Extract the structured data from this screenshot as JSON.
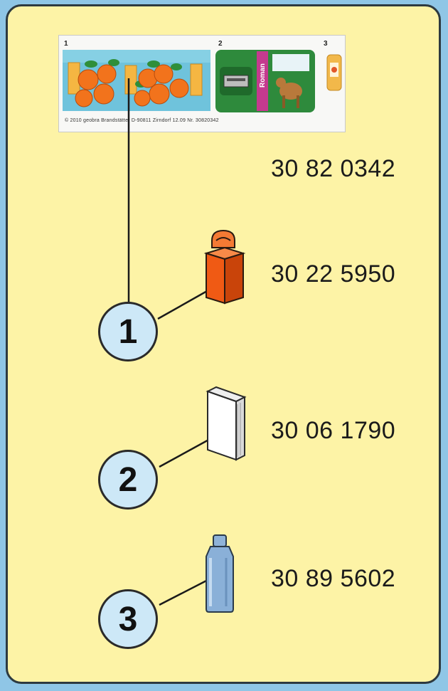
{
  "sticker": {
    "labels": [
      "1",
      "2",
      "3"
    ],
    "side_text": "Roman",
    "copyright": "© 2010 geobra Brandstätter D-90811 Zirndorf   12.09   Nr. 30820342"
  },
  "items": [
    {
      "number": "30 82 0342"
    },
    {
      "number": "30 22 5950",
      "callout": "1",
      "icon": "juice-carton-icon"
    },
    {
      "number": "30 06 1790",
      "callout": "2",
      "icon": "book-icon"
    },
    {
      "number": "30 89 5602",
      "callout": "3",
      "icon": "bottle-icon"
    }
  ],
  "colors": {
    "background": "#8fc6e6",
    "panel": "#fdf3a6",
    "carton": "#f05a14",
    "circle": "#cde8f7"
  }
}
